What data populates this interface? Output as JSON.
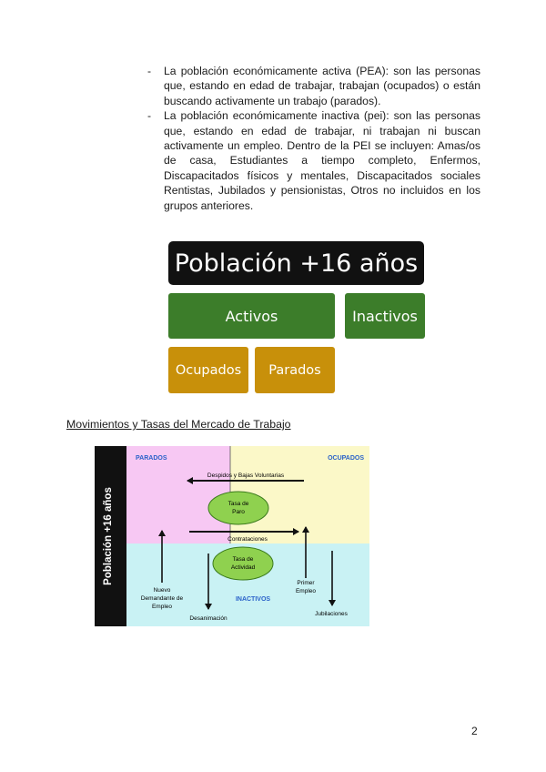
{
  "bullets": [
    {
      "marker": "-",
      "text": "La población económicamente activa (PEA): son las personas que, estando en edad de trabajar, trabajan (ocupados) o están buscando activamente un trabajo (parados)."
    },
    {
      "marker": "-",
      "text": "La población económicamente inactiva (pei): son las personas que, estando en edad de trabajar, ni trabajan ni buscan activamente un empleo. Dentro de la PEI se incluyen: Amas/os de casa, Estudiantes a tiempo completo, Enfermos, Discapacitados físicos y mentales, Discapacitados sociales Rentistas, Jubilados y pensionistas, Otros no incluidos en los grupos anteriores."
    }
  ],
  "hierarchy": {
    "top": "Población +16 años",
    "activos": "Activos",
    "inactivos": "Inactivos",
    "ocupados": "Ocupados",
    "parados": "Parados"
  },
  "section_title": "Movimientos y Tasas del Mercado de Trabajo",
  "diagram": {
    "side_label": "Población +16 años",
    "parados": "PARADOS",
    "ocupados": "OCUPADOS",
    "inactivos": "INACTIVOS",
    "despidos": "Despidos y Bajas Voluntarias",
    "tasa_paro_1": "Tasa de",
    "tasa_paro_2": "Paro",
    "contrataciones": "Contrataciones",
    "tasa_actividad_1": "Tasa de",
    "tasa_actividad_2": "Actividad",
    "nuevo_1": "Nuevo",
    "nuevo_2": "Demandante de",
    "nuevo_3": "Empleo",
    "primer_1": "Primer",
    "primer_2": "Empleo",
    "desanimacion": "Desanimación",
    "jubilaciones": "Jubilaciones",
    "colors": {
      "parados_bg": "#f7c8f3",
      "ocupados_bg": "#fbf8c8",
      "inactivos_bg": "#c9f2f4",
      "ellipse": "#8fd14f",
      "label_blue": "#2a62c9"
    }
  },
  "page_number": "2"
}
